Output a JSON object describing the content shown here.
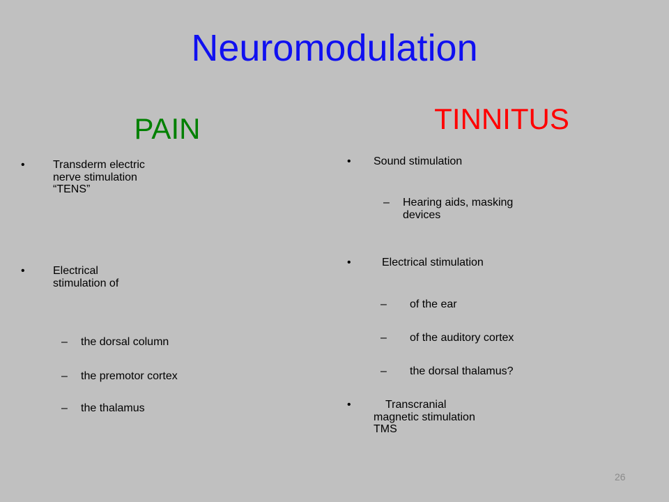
{
  "slide": {
    "title": "Neuromodulation",
    "number": "26"
  },
  "pain": {
    "heading": "PAIN",
    "bullet_1": {
      "glyph": "•",
      "line_1": "Transderm electric",
      "line_2": "nerve stimulation",
      "line_3": "“TENS”"
    },
    "bullet_2": {
      "glyph": "•",
      "line_1": "Electrical",
      "line_2": "stimulation of"
    },
    "sub_items": [
      {
        "dash": "–",
        "text": "the dorsal column"
      },
      {
        "dash": "–",
        "text": "the premotor cortex"
      },
      {
        "dash": "–",
        "text": "the thalamus"
      }
    ]
  },
  "tinnitus": {
    "heading": "TINNITUS",
    "bullet_1": {
      "glyph": "•",
      "text": "Sound stimulation"
    },
    "sub_1": {
      "dash": "–",
      "line_1": "Hearing aids, masking",
      "line_2": "devices"
    },
    "bullet_2": {
      "glyph": "•",
      "text": "Electrical stimulation"
    },
    "sub_items": [
      {
        "dash": "–",
        "text": "of the ear"
      },
      {
        "dash": "–",
        "text": "of the auditory cortex"
      },
      {
        "dash": "–",
        "text": "the dorsal thalamus?"
      }
    ],
    "bullet_3": {
      "glyph": "•",
      "line_1": "Transcranial",
      "line_2": "magnetic stimulation",
      "line_3": "TMS"
    }
  }
}
